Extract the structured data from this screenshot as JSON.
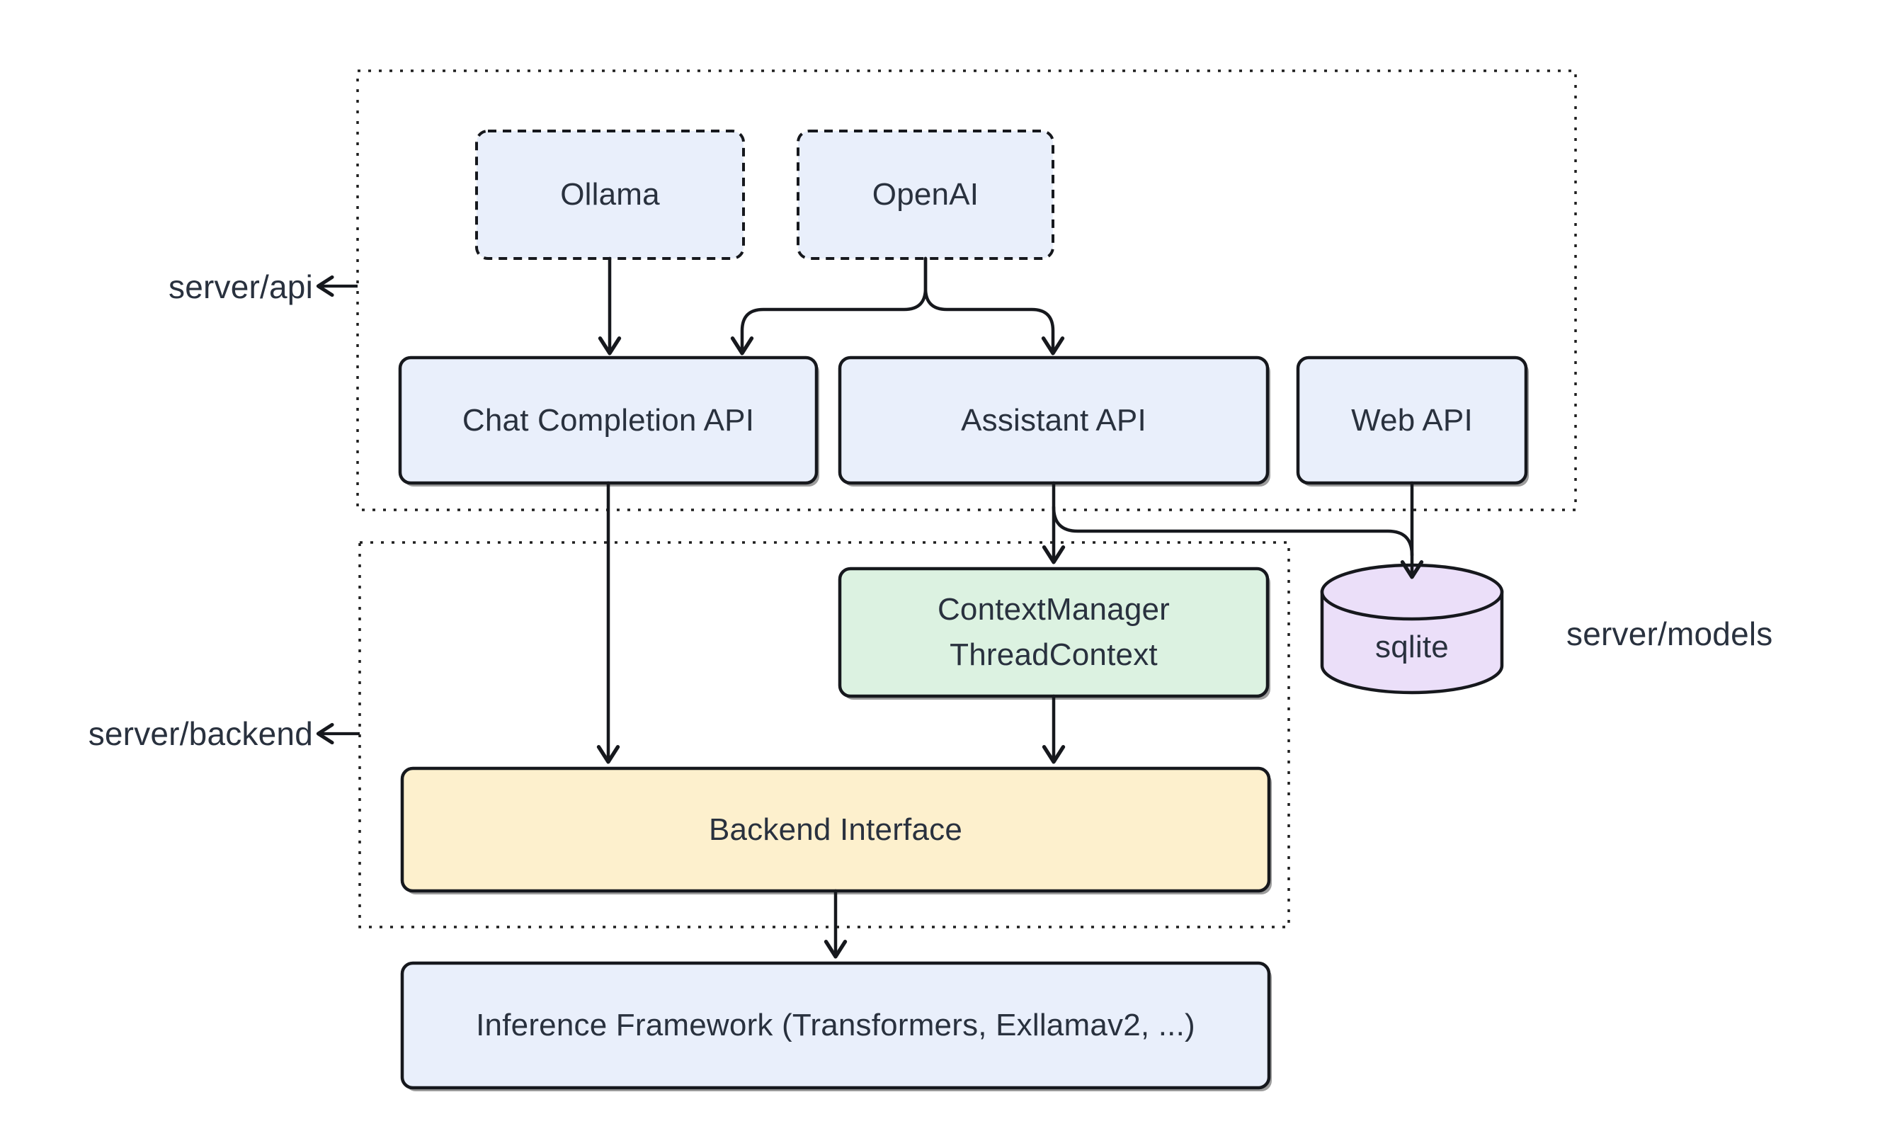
{
  "diagram": {
    "colors": {
      "node_blue": "#e9effb",
      "node_green": "#dcf2e1",
      "node_yellow": "#fdf0cd",
      "node_purple": "#ebdff9",
      "stroke": "#16181d",
      "text": "#29313e",
      "background": "#ffffff"
    },
    "containers": {
      "server_api": {
        "label": "server/api"
      },
      "server_backend": {
        "label": "server/backend"
      }
    },
    "external_labels": {
      "server_models": "server/models"
    },
    "nodes": {
      "ollama": {
        "label": "Ollama"
      },
      "openai": {
        "label": "OpenAI"
      },
      "chat_completion_api": {
        "label": "Chat Completion API"
      },
      "assistant_api": {
        "label": "Assistant API"
      },
      "web_api": {
        "label": "Web API"
      },
      "context_manager": {
        "lines": [
          "ContextManager",
          "ThreadContext"
        ]
      },
      "sqlite": {
        "label": "sqlite"
      },
      "backend_interface": {
        "label": "Backend Interface"
      },
      "inference_framework": {
        "label": "Inference Framework (Transformers, Exllamav2, ...)"
      }
    },
    "edges": [
      {
        "from": "Ollama",
        "to": "Chat Completion API"
      },
      {
        "from": "OpenAI",
        "to": "Chat Completion API"
      },
      {
        "from": "OpenAI",
        "to": "Assistant API"
      },
      {
        "from": "Chat Completion API",
        "to": "Backend Interface"
      },
      {
        "from": "Assistant API",
        "to": "ContextManager ThreadContext"
      },
      {
        "from": "Assistant API",
        "to": "sqlite"
      },
      {
        "from": "Web API",
        "to": "sqlite"
      },
      {
        "from": "ContextManager ThreadContext",
        "to": "Backend Interface"
      },
      {
        "from": "Backend Interface",
        "to": "Inference Framework (Transformers, Exllamav2, ...)"
      }
    ]
  }
}
